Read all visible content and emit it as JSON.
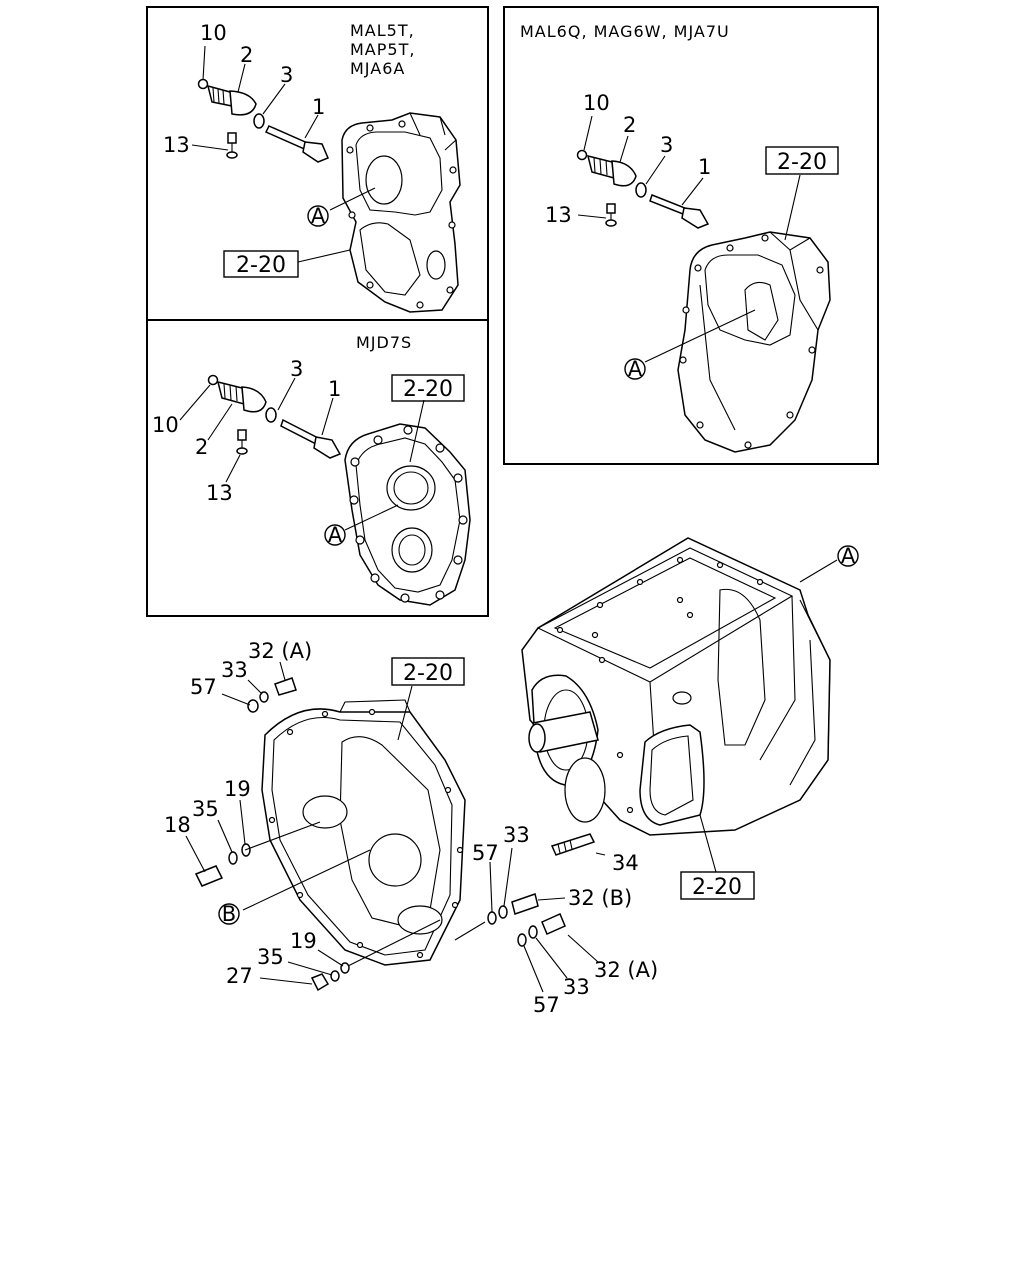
{
  "panels": {
    "top_left": {
      "models": [
        "MAL5T,",
        "MAP5T,",
        "MJA6A"
      ],
      "parts": {
        "p10": "10",
        "p2": "2",
        "p3": "3",
        "p1": "1",
        "p13": "13"
      },
      "callout_a": "A",
      "ref": "2-20"
    },
    "top_right": {
      "models": "MAL6Q, MAG6W, MJA7U",
      "parts": {
        "p10": "10",
        "p2": "2",
        "p3": "3",
        "p1": "1",
        "p13": "13"
      },
      "callout_a": "A",
      "ref": "2-20"
    },
    "mid_left": {
      "models": "MJD7S",
      "parts": {
        "p3": "3",
        "p1": "1",
        "p10": "10",
        "p2": "2",
        "p13": "13"
      },
      "callout_a": "A",
      "ref": "2-20"
    }
  },
  "main": {
    "callout_a": "A",
    "callout_b": "B",
    "refs": {
      "bellhousing": "2-20",
      "case": "2-20"
    },
    "labels": {
      "l32a_top": "32 (A)",
      "l33_top": "33",
      "l57_top": "57",
      "l19_upper": "19",
      "l35_upper": "35",
      "l18": "18",
      "l19_lower": "19",
      "l35_lower": "35",
      "l27": "27",
      "l57_mid": "57",
      "l33_mid": "33",
      "l32b": "32 (B)",
      "l34": "34",
      "l32a_low": "32 (A)",
      "l33_low": "33",
      "l57_low": "57"
    }
  }
}
